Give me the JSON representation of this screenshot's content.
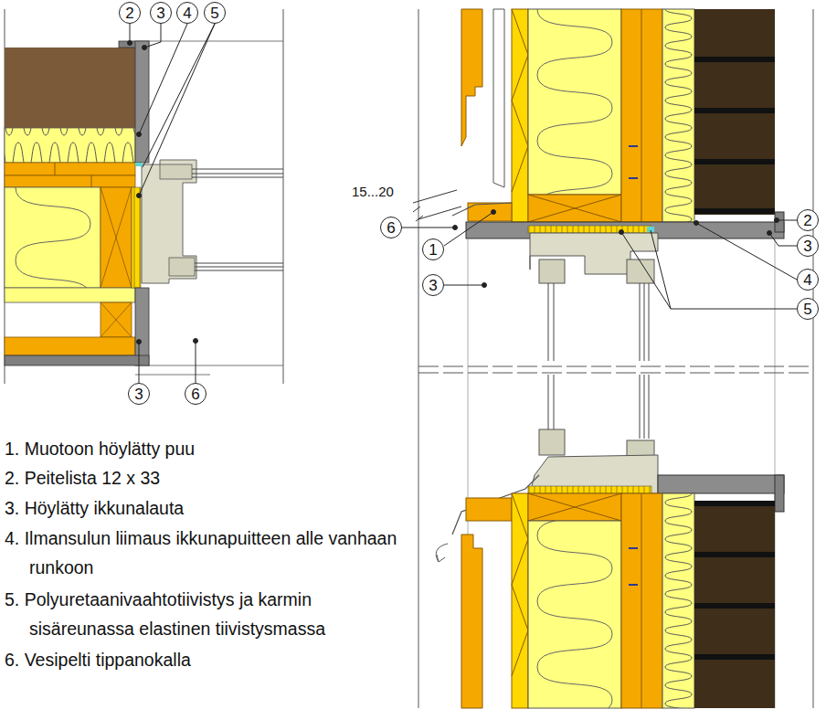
{
  "diagram": {
    "nodes": [
      {
        "text": [
          "2"
        ]
      },
      {
        "text": [
          "3"
        ]
      },
      {
        "text": [
          "4"
        ]
      },
      {
        "text": [
          "5"
        ]
      },
      {
        "text": [
          "2"
        ]
      },
      {
        "text": [
          "6"
        ]
      },
      {
        "text": [
          "3"
        ]
      },
      {
        "text": [
          "1"
        ]
      },
      {
        "text": [
          "4"
        ]
      },
      {
        "text": [
          "3"
        ]
      },
      {
        "text": [
          "5"
        ]
      },
      {
        "text": [
          "3"
        ]
      },
      {
        "text": [
          "6"
        ]
      }
    ],
    "labels": [
      "1. Muotoon höylätty puu",
      "2. Peitelista 12 x 33",
      "3. Höylätty ikkunalauta",
      "4. Ilmansulun liimaus ikkunapuitteen alle vanhaan runkoon",
      "5. Polyuretaanivaahtotiivistys ja karmin sisäreunassa elastinen tiivistysmassa",
      "6. Vesipelti tippanokalla",
      "15...20"
    ]
  }
}
